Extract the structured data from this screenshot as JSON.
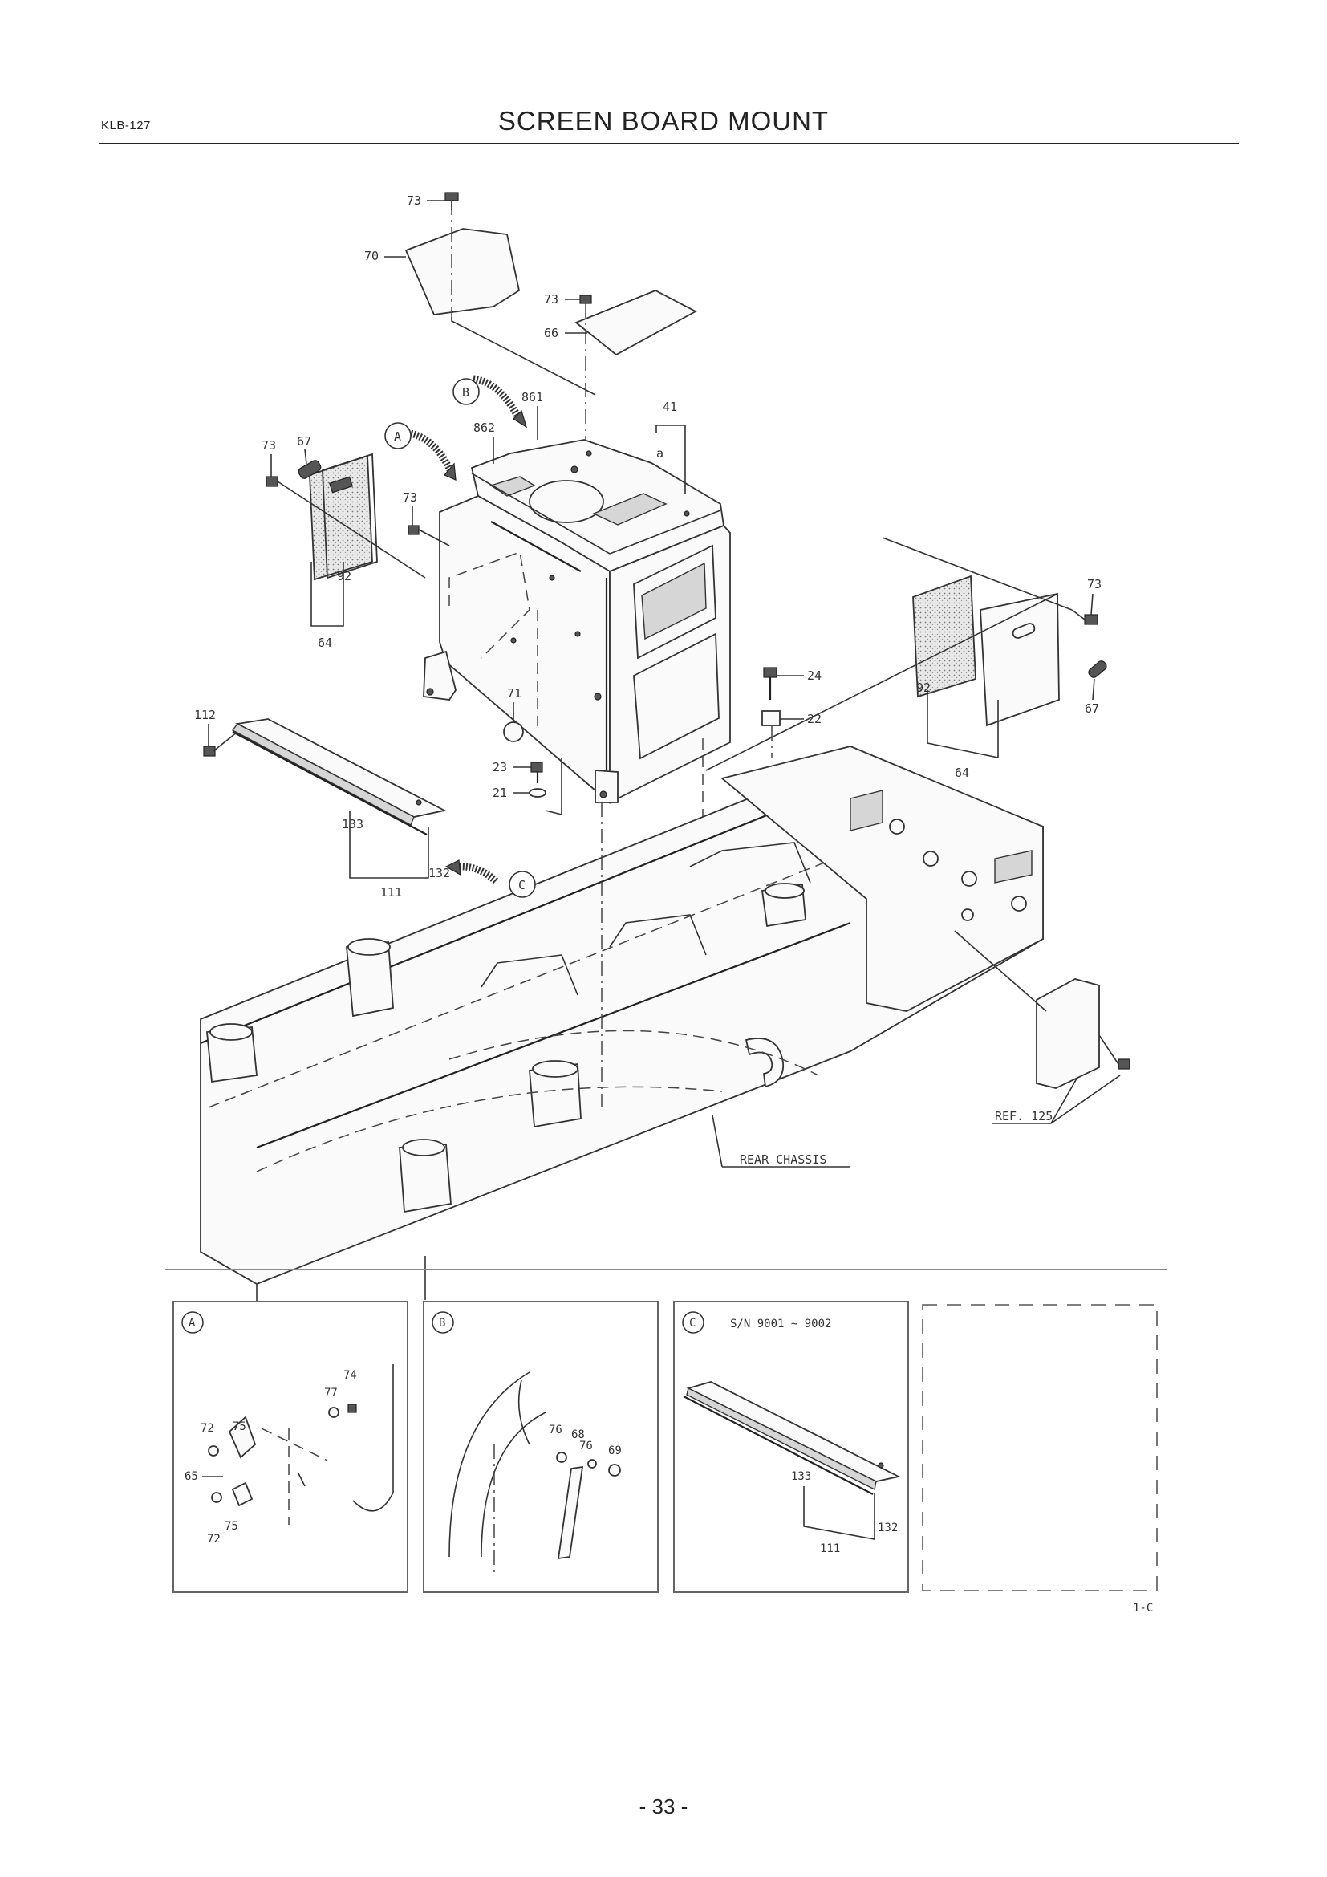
{
  "header": {
    "doc_code": "KLB-127",
    "title": "SCREEN BOARD MOUNT"
  },
  "main_callouts": {
    "c73a": "73",
    "c70": "70",
    "c73b": "73",
    "c66": "66",
    "c861": "861",
    "c862": "862",
    "c41": "41",
    "ca": "a",
    "c67a": "67",
    "c73c": "73",
    "c73d": "73",
    "c92a": "92",
    "c64a": "64",
    "c73e": "73",
    "c92b": "92",
    "c67b": "67",
    "c64b": "64",
    "c24": "24",
    "c22": "22",
    "c71": "71",
    "c23": "23",
    "c21": "21",
    "c112": "112",
    "c133": "133",
    "c132": "132",
    "c111": "111",
    "ref125": "REF. 125",
    "rear_chassis": "REAR CHASSIS"
  },
  "detail_markers": {
    "A": "A",
    "B": "B",
    "C": "C"
  },
  "detail_a": {
    "marker": "A",
    "callouts": {
      "c74": "74",
      "c77": "77",
      "c72a": "72",
      "c75a": "75",
      "c65": "65",
      "c75b": "75",
      "c72b": "72"
    }
  },
  "detail_b": {
    "marker": "B",
    "callouts": {
      "c76a": "76",
      "c68": "68",
      "c76b": "76",
      "c69": "69"
    }
  },
  "detail_c": {
    "marker": "C",
    "serial": "S/N 9001 ~ 9002",
    "callouts": {
      "c133": "133",
      "c132": "132",
      "c111": "111"
    }
  },
  "figure_code": "1-C",
  "page_number": "- 33 -"
}
